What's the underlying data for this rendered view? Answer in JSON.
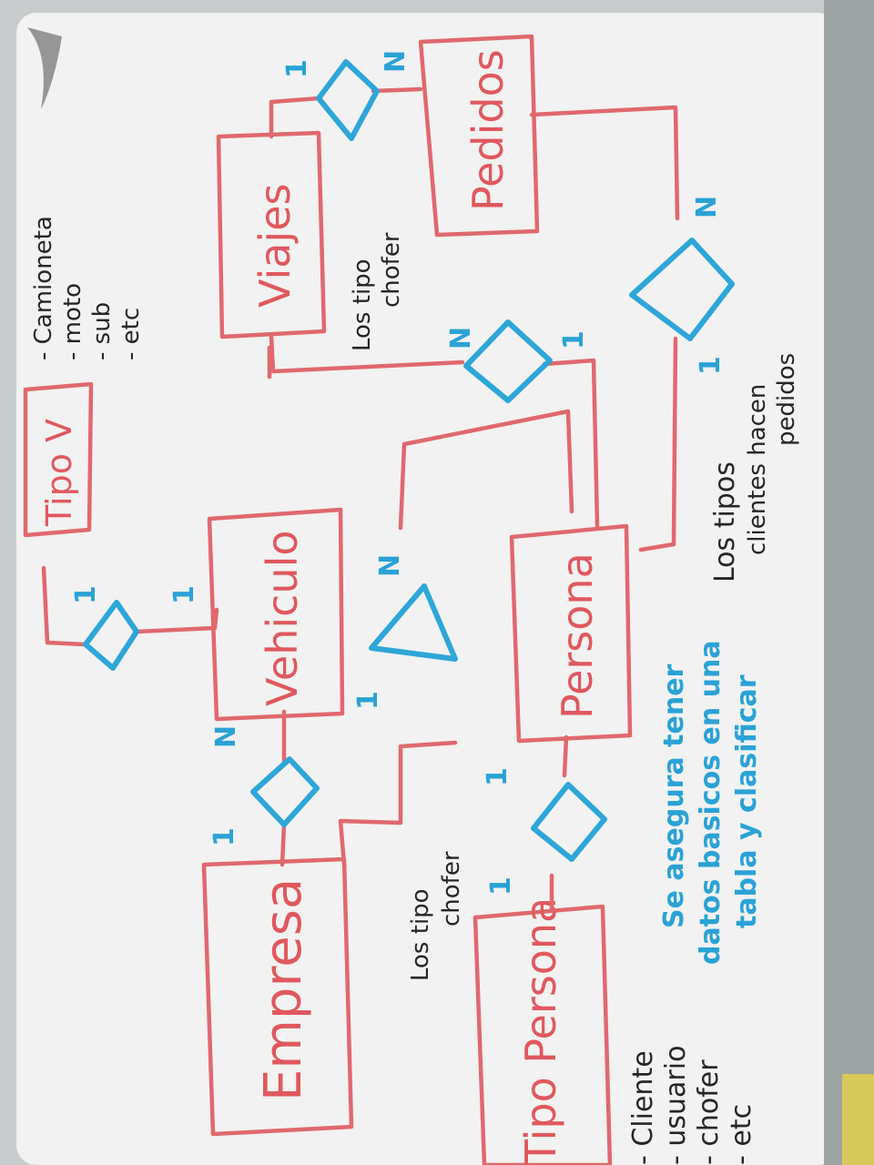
{
  "entities": {
    "tipo_v": "Tipo V",
    "viajes": "Viajes",
    "pedidos": "Pedidos",
    "vehiculo": "Vehiculo",
    "persona": "Persona",
    "empresa": "Empresa",
    "tipo_persona": "Tipo Persona"
  },
  "cardinalities": {
    "viajes_pedidos_1": "1",
    "viajes_pedidos_n": "N",
    "pedidos_persona_n": "N",
    "viajes_persona_n": "N",
    "viajes_persona_1": "1",
    "pedidos_persona_1": "1",
    "tipov_vehiculo_1a": "1",
    "tipov_vehiculo_1b": "1",
    "vehiculo_persona_n": "N",
    "vehiculo_persona_1": "1",
    "empresa_vehiculo_n": "N",
    "empresa_vehiculo_1": "1",
    "persona_tipo_1a": "1",
    "persona_tipo_1b": "1"
  },
  "notes": {
    "viajes_chofer": [
      "Los tipo",
      "chofer"
    ],
    "vehiculo_chofer": [
      "Los tipo",
      "chofer"
    ],
    "clientes_pedidos": [
      "Los tipos",
      "clientes hacen",
      "pedidos"
    ],
    "tipo_v_list": [
      "- Camioneta",
      "- moto",
      "- sub",
      "- etc"
    ],
    "tipo_persona_list": [
      "- Cliente",
      "- usuario",
      "- chofer",
      "- etc"
    ],
    "asignacion": [
      "Se asegura tener",
      "datos basicos en una",
      "tabla y clasificar"
    ]
  }
}
